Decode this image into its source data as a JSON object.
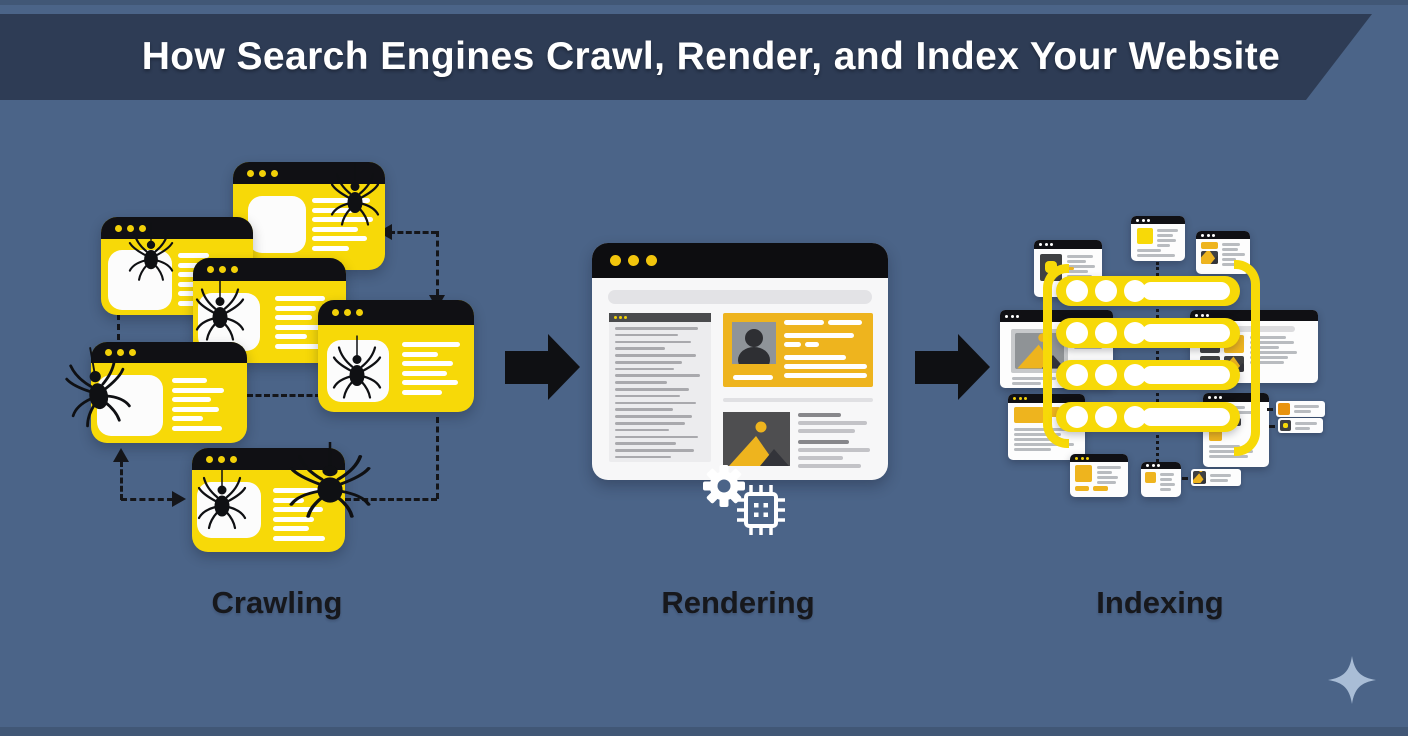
{
  "banner": {
    "title": "How Search Engines Crawl, Render, and Index Your Website"
  },
  "stages": [
    {
      "id": "crawling",
      "label": "Crawling"
    },
    {
      "id": "rendering",
      "label": "Rendering"
    },
    {
      "id": "indexing",
      "label": "Indexing"
    }
  ],
  "palette": {
    "background": "#4b6488",
    "banner_bg": "#2e3c55",
    "title_text": "#ffffff",
    "label_text": "#17181c",
    "window_yellow": "#f7d908",
    "card_amber": "#eeb41e",
    "ink_black": "#0f1013",
    "white": "#ffffff",
    "gray_line": "#b9bcc0",
    "panel_gray": "#ececee",
    "dark_gray": "#4e4e50",
    "photo_gray": "#8f9499",
    "orange_accent": "#e8930f",
    "sparkle_blue": "#a9bdd6",
    "edge_strip": "#415776"
  },
  "icons": {
    "spider-icon": "black hanging spider silhouette",
    "window-dots-icon": "three browser traffic dots",
    "gear-icon": "white cog wheel",
    "cpu-chip-icon": "white microchip outline with four dots",
    "flow-arrow-icon": "solid black right-pointing arrow",
    "dashed-link-arrow-icon": "black dashed link arrows",
    "server-stack-icon": "yellow index server rows with white indicator circles",
    "sparkle-icon": "light blue four-point sparkle"
  }
}
